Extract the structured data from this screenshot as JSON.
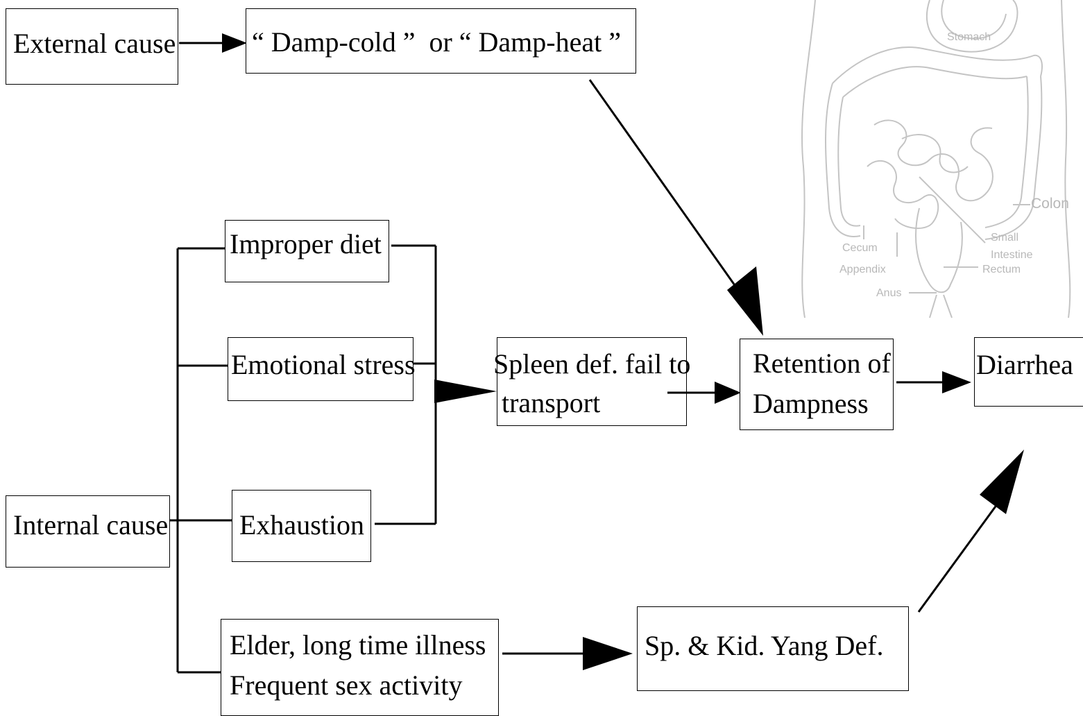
{
  "nodes": {
    "external_cause": "External cause",
    "damp_cold_heat": "“ Damp-cold ”  or “ Damp-heat ”",
    "improper_diet": "Improper diet",
    "emotional_stress": "Emotional stress",
    "exhaustion": "Exhaustion",
    "internal_cause": "Internal cause",
    "elder_line1": "Elder, long time illness",
    "elder_line2": "Frequent sex activity",
    "spleen_line1": "Spleen def. fail to",
    "spleen_line2": "transport",
    "retention_line1": "Retention of",
    "retention_line2": "Dampness",
    "diarrhea": "Diarrhea",
    "sp_kid": "Sp. & Kid. Yang Def."
  },
  "anatomy_labels": {
    "stomach": "Stomach",
    "colon": "Colon",
    "small": "Small",
    "intestine": "Intestine",
    "rectum": "Rectum",
    "cecum": "Cecum",
    "appendix": "Appendix",
    "anus": "Anus"
  }
}
